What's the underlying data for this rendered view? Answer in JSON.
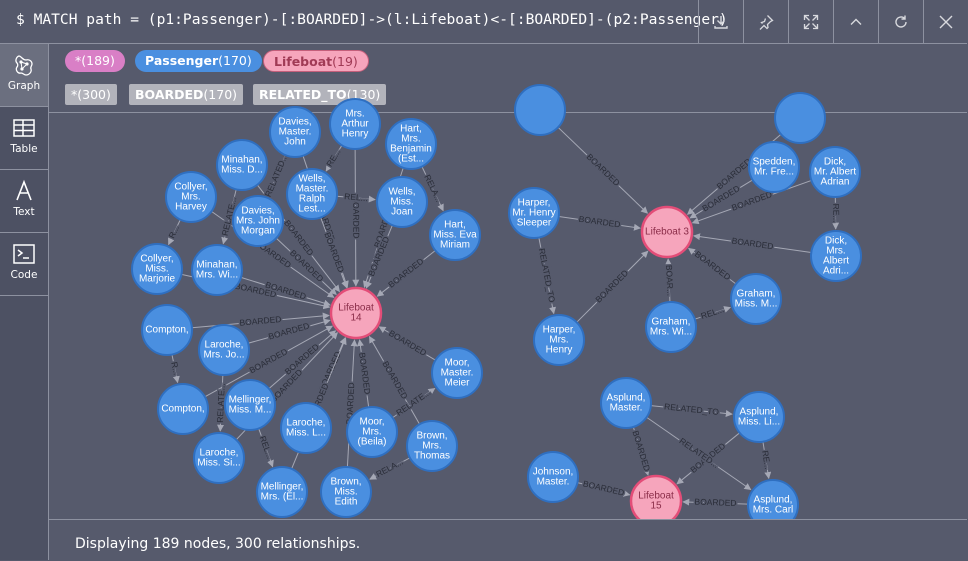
{
  "query": "$ MATCH path = (p1:Passenger)-[:BOARDED]->(l:Lifeboat)<-[:BOARDED]-(p2:Passenger)",
  "toolbar": {
    "download": "download-icon",
    "pin": "pin-icon",
    "expand": "expand-icon",
    "collapse": "chevron-up-icon",
    "rerun": "refresh-icon",
    "close": "close-icon"
  },
  "sidebar": {
    "items": [
      {
        "label": "Graph",
        "icon": "graph-icon",
        "active": true
      },
      {
        "label": "Table",
        "icon": "table-icon"
      },
      {
        "label": "Text",
        "icon": "text-icon"
      },
      {
        "label": "Code",
        "icon": "code-icon"
      }
    ]
  },
  "node_labels": [
    {
      "name": "*",
      "count": "(189)"
    },
    {
      "name": "Passenger",
      "count": "(170)"
    },
    {
      "name": "Lifeboat",
      "count": "(19)"
    }
  ],
  "rel_types": [
    {
      "name": "*",
      "count": "(300)"
    },
    {
      "name": "BOARDED",
      "count": "(170)"
    },
    {
      "name": "RELATED_TO",
      "count": "(130)"
    }
  ],
  "colors": {
    "passenger": "#4a8fe0",
    "lifeboat": "#f6a5bc",
    "all": "#d97fc6"
  },
  "graph": {
    "nodes": [
      {
        "id": "lb14",
        "type": "lifeboat",
        "lines": [
          "Lifeboat",
          "14"
        ]
      },
      {
        "id": "lb3",
        "type": "lifeboat",
        "lines": [
          "Lifeboat 3"
        ]
      },
      {
        "id": "lb15",
        "type": "lifeboat",
        "lines": [
          "Lifeboat",
          "15"
        ]
      },
      {
        "id": "n1",
        "type": "passenger",
        "lines": [
          "Davies,",
          "Master.",
          "John"
        ]
      },
      {
        "id": "n2",
        "type": "passenger",
        "lines": [
          "Mrs.",
          "Arthur",
          "Henry"
        ]
      },
      {
        "id": "n3",
        "type": "passenger",
        "lines": [
          "Hart,",
          "Mrs.",
          "Benjamin",
          "(Est..."
        ]
      },
      {
        "id": "n4",
        "type": "passenger",
        "lines": [
          "Minahan,",
          "Miss. D..."
        ]
      },
      {
        "id": "n5",
        "type": "passenger",
        "lines": [
          "Wells,",
          "Master.",
          "Ralph",
          "Lest..."
        ]
      },
      {
        "id": "n6",
        "type": "passenger",
        "lines": [
          "Collyer,",
          "Mrs.",
          "Harvey"
        ]
      },
      {
        "id": "n7",
        "type": "passenger",
        "lines": [
          "Davies,",
          "Mrs. John",
          "Morgan"
        ]
      },
      {
        "id": "n8",
        "type": "passenger",
        "lines": [
          "Wells,",
          "Miss.",
          "Joan"
        ]
      },
      {
        "id": "n9",
        "type": "passenger",
        "lines": [
          "Hart,",
          "Miss. Eva",
          "Miriam"
        ]
      },
      {
        "id": "n10",
        "type": "passenger",
        "lines": [
          "Collyer,",
          "Miss.",
          "Marjorie"
        ]
      },
      {
        "id": "n11",
        "type": "passenger",
        "lines": [
          "Minahan,",
          "Mrs. Wi..."
        ]
      },
      {
        "id": "n12",
        "type": "passenger",
        "lines": [
          "Compton,"
        ]
      },
      {
        "id": "n13",
        "type": "passenger",
        "lines": [
          "Laroche,",
          "Mrs. Jo..."
        ]
      },
      {
        "id": "n14",
        "type": "passenger",
        "lines": [
          "Moor,",
          "Master.",
          "Meier"
        ]
      },
      {
        "id": "n15",
        "type": "passenger",
        "lines": [
          "Compton,"
        ]
      },
      {
        "id": "n16",
        "type": "passenger",
        "lines": [
          "Mellinger,",
          "Miss. M..."
        ]
      },
      {
        "id": "n17",
        "type": "passenger",
        "lines": [
          "Laroche,",
          "Miss. L..."
        ]
      },
      {
        "id": "n18",
        "type": "passenger",
        "lines": [
          "Moor,",
          "Mrs.",
          "(Beila)"
        ]
      },
      {
        "id": "n19",
        "type": "passenger",
        "lines": [
          "Brown,",
          "Mrs.",
          "Thomas"
        ]
      },
      {
        "id": "n20",
        "type": "passenger",
        "lines": [
          "Laroche,",
          "Miss. Si..."
        ]
      },
      {
        "id": "n21",
        "type": "passenger",
        "lines": [
          "Mellinger,",
          "Mrs. (El..."
        ]
      },
      {
        "id": "n22",
        "type": "passenger",
        "lines": [
          "Brown,",
          "Miss.",
          "Edith"
        ]
      },
      {
        "id": "n23",
        "type": "passenger",
        "lines": [
          "Harper,",
          "Mr. Henry",
          "Sleeper"
        ]
      },
      {
        "id": "n24",
        "type": "passenger",
        "lines": [
          "Spedden,",
          "Mr. Fre..."
        ]
      },
      {
        "id": "n25",
        "type": "passenger",
        "lines": [
          "Dick,",
          "Mr. Albert",
          "Adrian"
        ]
      },
      {
        "id": "n26",
        "type": "passenger",
        "lines": [
          "Dick,",
          "Mrs.",
          "Albert",
          "Adri..."
        ]
      },
      {
        "id": "n27",
        "type": "passenger",
        "lines": [
          "Graham,",
          "Miss. M..."
        ]
      },
      {
        "id": "n28",
        "type": "passenger",
        "lines": [
          "Graham,",
          "Mrs. Wi..."
        ]
      },
      {
        "id": "n29",
        "type": "passenger",
        "lines": [
          "Harper,",
          "Mrs.",
          "Henry"
        ]
      },
      {
        "id": "n30",
        "type": "passenger",
        "lines": [
          "Asplund,",
          "Master."
        ]
      },
      {
        "id": "n31",
        "type": "passenger",
        "lines": [
          "Asplund,",
          "Miss. Li..."
        ]
      },
      {
        "id": "n32",
        "type": "passenger",
        "lines": [
          "Johnson,",
          "Master."
        ]
      },
      {
        "id": "n33",
        "type": "passenger",
        "lines": [
          "Asplund,",
          "Mrs. Carl"
        ]
      },
      {
        "id": "n34",
        "type": "passenger",
        "lines": []
      },
      {
        "id": "n35",
        "type": "passenger",
        "lines": []
      }
    ],
    "edges": [
      {
        "from": "n1",
        "to": "lb14",
        "label": "BOARDED"
      },
      {
        "from": "n2",
        "to": "lb14",
        "label": "BOARDED"
      },
      {
        "from": "n3",
        "to": "lb14",
        "label": "BOARDED"
      },
      {
        "from": "n4",
        "to": "lb14",
        "label": "BOARDED"
      },
      {
        "from": "n5",
        "to": "lb14",
        "label": "BOARDED"
      },
      {
        "from": "n6",
        "to": "lb14",
        "label": "BOARDED"
      },
      {
        "from": "n7",
        "to": "lb14",
        "label": "BOARDED"
      },
      {
        "from": "n8",
        "to": "lb14",
        "label": "BOARDED"
      },
      {
        "from": "n9",
        "to": "lb14",
        "label": "BOARDED"
      },
      {
        "from": "n10",
        "to": "lb14",
        "label": "BOARDED"
      },
      {
        "from": "n11",
        "to": "lb14",
        "label": "BOARDED"
      },
      {
        "from": "n12",
        "to": "lb14",
        "label": "BOARDED"
      },
      {
        "from": "n13",
        "to": "lb14",
        "label": "BOARDED"
      },
      {
        "from": "n14",
        "to": "lb14",
        "label": "BOARDED"
      },
      {
        "from": "n15",
        "to": "lb14",
        "label": "BOARDED"
      },
      {
        "from": "n16",
        "to": "lb14",
        "label": "BOARDED"
      },
      {
        "from": "n17",
        "to": "lb14",
        "label": "BOARDED"
      },
      {
        "from": "n18",
        "to": "lb14",
        "label": "BOARDED"
      },
      {
        "from": "n19",
        "to": "lb14",
        "label": "BOARDED"
      },
      {
        "from": "n20",
        "to": "lb14",
        "label": "BOARDED"
      },
      {
        "from": "n21",
        "to": "lb14",
        "label": "BOARDED"
      },
      {
        "from": "n22",
        "to": "lb14",
        "label": "BOARDED"
      },
      {
        "from": "n1",
        "to": "n7",
        "label": "RELATED..."
      },
      {
        "from": "n2",
        "to": "n5",
        "label": "RE..."
      },
      {
        "from": "n3",
        "to": "n9",
        "label": "RELA..."
      },
      {
        "from": "n5",
        "to": "n8",
        "label": "REL..."
      },
      {
        "from": "n4",
        "to": "n11",
        "label": "RELATE..."
      },
      {
        "from": "n6",
        "to": "n10",
        "label": "R..."
      },
      {
        "from": "n12",
        "to": "n15",
        "label": "R..."
      },
      {
        "from": "n13",
        "to": "n20",
        "label": "RELATE..."
      },
      {
        "from": "n16",
        "to": "n21",
        "label": "REL..."
      },
      {
        "from": "n18",
        "to": "n14",
        "label": "RELATE..."
      },
      {
        "from": "n19",
        "to": "n22",
        "label": "RELA..."
      },
      {
        "from": "n23",
        "to": "lb3",
        "label": "BOARDED"
      },
      {
        "from": "n24",
        "to": "lb3",
        "label": "BOARDED"
      },
      {
        "from": "n25",
        "to": "lb3",
        "label": "BOARDED"
      },
      {
        "from": "n26",
        "to": "lb3",
        "label": "BOARDED"
      },
      {
        "from": "n27",
        "to": "lb3",
        "label": "BOARDED"
      },
      {
        "from": "n28",
        "to": "lb3",
        "label": "BOAR..."
      },
      {
        "from": "n29",
        "to": "lb3",
        "label": "BOARDED"
      },
      {
        "from": "n23",
        "to": "n29",
        "label": "RELATED_TO"
      },
      {
        "from": "n25",
        "to": "n26",
        "label": "RE..."
      },
      {
        "from": "n28",
        "to": "n27",
        "label": "REL..."
      },
      {
        "from": "n34",
        "to": "lb3",
        "label": "BOARDED"
      },
      {
        "from": "n35",
        "to": "lb3",
        "label": "BOARDED"
      },
      {
        "from": "n30",
        "to": "lb15",
        "label": "BOARDED"
      },
      {
        "from": "n31",
        "to": "lb15",
        "label": "BOARDED"
      },
      {
        "from": "n32",
        "to": "lb15",
        "label": "BOARDED"
      },
      {
        "from": "n33",
        "to": "lb15",
        "label": "BOARDED"
      },
      {
        "from": "n30",
        "to": "n31",
        "label": "RELATED_TO"
      },
      {
        "from": "n30",
        "to": "n33",
        "label": "RELATED..."
      },
      {
        "from": "n31",
        "to": "n33",
        "label": "RE..."
      }
    ]
  },
  "status": "Displaying 189 nodes, 300 relationships."
}
